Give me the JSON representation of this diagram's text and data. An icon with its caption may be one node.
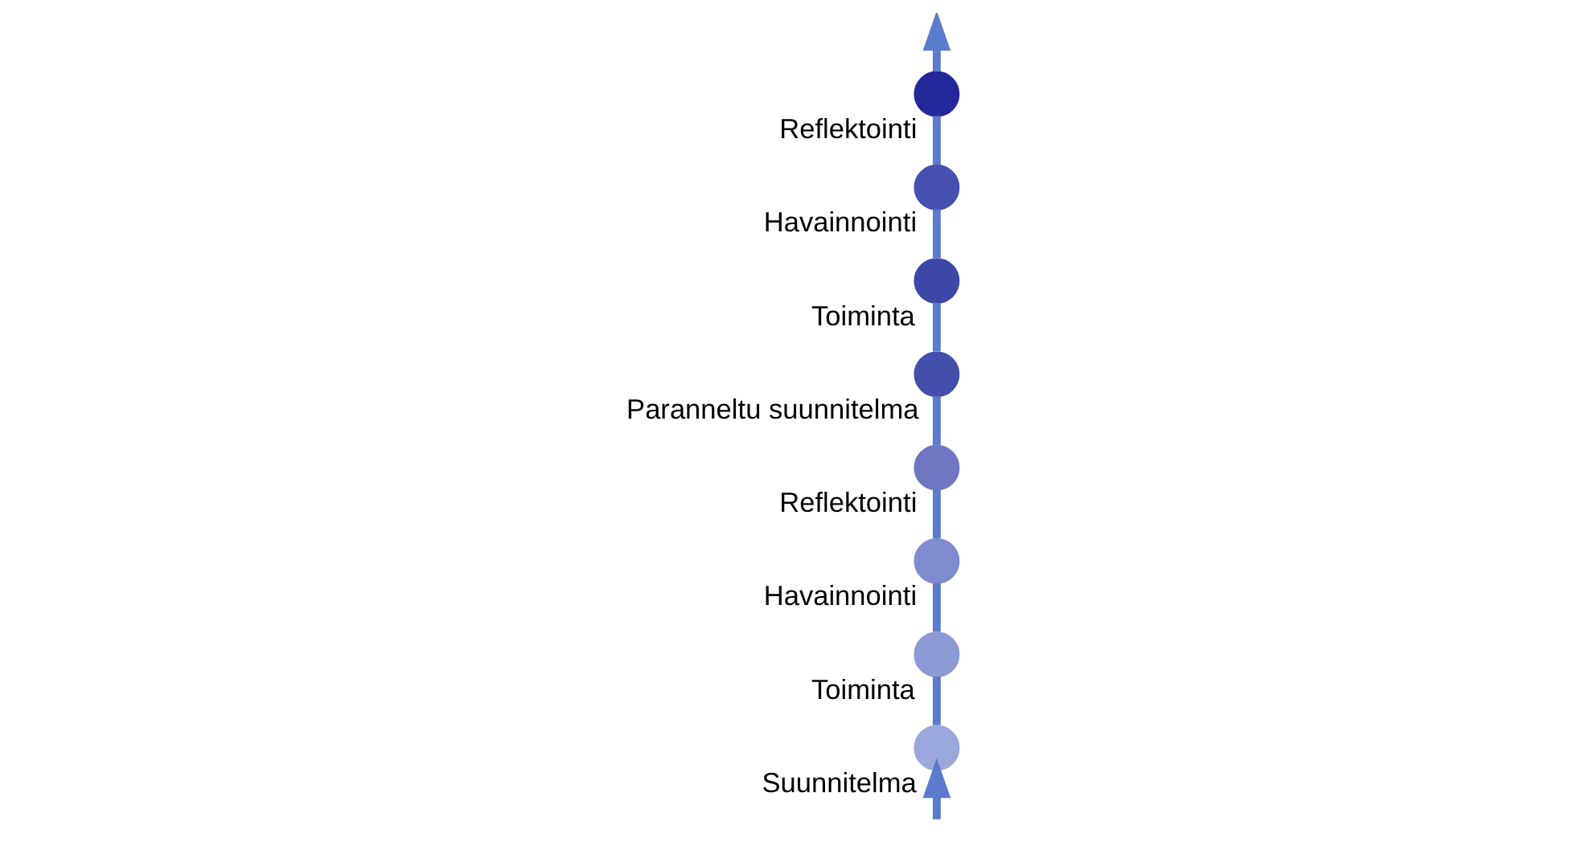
{
  "diagram": {
    "nodes": [
      {
        "text": [],
        "shape": "circle",
        "beside": [
          "Toiminta"
        ]
      },
      {
        "text": [],
        "shape": "circle",
        "beside": [
          "Havainnointi"
        ]
      },
      {
        "text": [],
        "shape": "circle",
        "beside": [
          "Reflektointi"
        ]
      },
      {
        "text": [],
        "shape": "circle",
        "beside": [
          "Paranneltu suunnitelma"
        ]
      },
      {
        "text": [],
        "shape": "circle",
        "beside": [
          "Toiminta"
        ]
      },
      {
        "text": [],
        "shape": "circle",
        "beside": [
          "Havainnointi"
        ]
      },
      {
        "text": [],
        "shape": "circle",
        "beside": [
          "Reflektointi"
        ]
      },
      {
        "text": [],
        "shape": "circle",
        "beside": [
          "Suunnitelma"
        ]
      }
    ],
    "edges": [
      {
        "from": null,
        "to": 7,
        "arrow": "to"
      },
      {
        "from": 7,
        "to": 4,
        "arrow": "none"
      },
      {
        "from": 4,
        "to": 5,
        "arrow": "none"
      },
      {
        "from": 5,
        "to": 6,
        "arrow": "none"
      },
      {
        "from": 6,
        "to": 3,
        "arrow": "none"
      },
      {
        "from": 3,
        "to": 0,
        "arrow": "none"
      },
      {
        "from": 0,
        "to": 1,
        "arrow": "none"
      },
      {
        "from": 1,
        "to": 2,
        "arrow": "none"
      },
      {
        "from": 2,
        "to": null,
        "arrow": "to"
      }
    ]
  }
}
